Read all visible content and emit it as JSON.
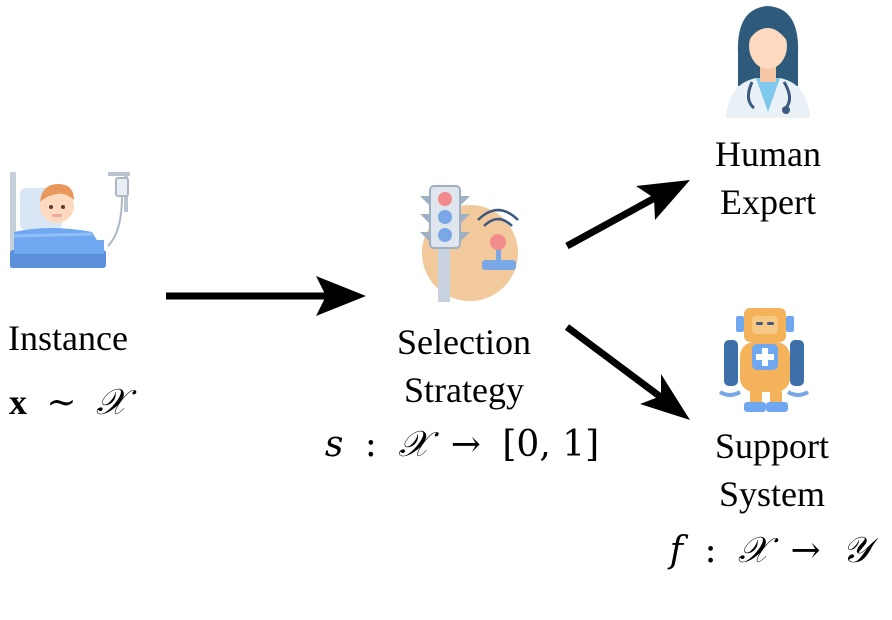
{
  "nodes": {
    "instance": {
      "label": "Instance",
      "icon": "patient-in-bed-icon",
      "formula": {
        "var": "x",
        "rel": "∼",
        "set": "𝒳"
      }
    },
    "selection": {
      "label_line1": "Selection",
      "label_line2": "Strategy",
      "icon": "traffic-light-icon",
      "formula": {
        "var": "s",
        "colon": ":",
        "domain": "𝒳",
        "arrow": "→",
        "codomain": "[0, 1]"
      }
    },
    "human": {
      "label_line1": "Human",
      "label_line2": "Expert",
      "icon": "doctor-icon"
    },
    "support": {
      "label_line1": "Support",
      "label_line2": "System",
      "icon": "robot-icon",
      "formula": {
        "var": "f",
        "colon": ":",
        "domain": "𝒳",
        "arrow": "→",
        "codomain": "𝒴"
      }
    }
  },
  "colors": {
    "arrow": "#000000",
    "blue": "#6fa8f0",
    "orange": "#f4b35a",
    "skin": "#fcd9bf",
    "hair": "#2e5b7b",
    "coat": "#e9f1f7"
  }
}
